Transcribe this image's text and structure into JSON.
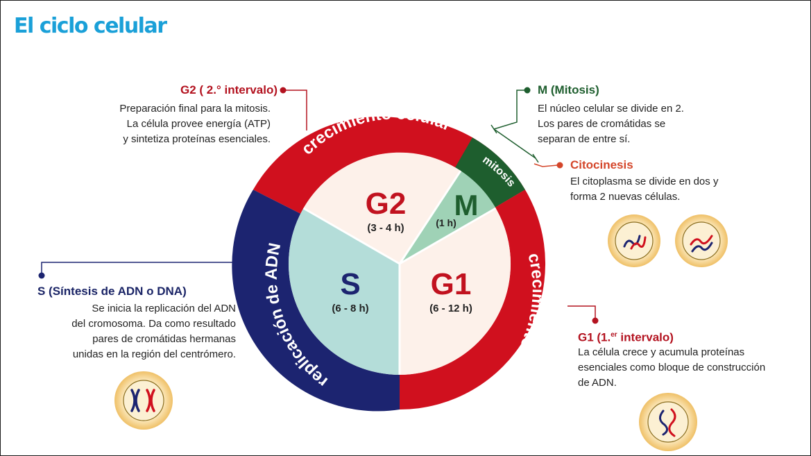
{
  "title": "El ciclo celular",
  "ring": {
    "top": "crecimiento celular",
    "right": "crecimiento celular",
    "left": "replicación de ADN",
    "mitosis": "mitosis"
  },
  "phases": {
    "g2": {
      "label": "G2",
      "duration": "(3 - 4 h)"
    },
    "m": {
      "label": "M",
      "duration": "(1 h)"
    },
    "s": {
      "label": "S",
      "duration": "(6 - 8 h)"
    },
    "g1": {
      "label": "G1",
      "duration": "(6 - 12 h)"
    }
  },
  "annotations": {
    "g2": {
      "title": "G2 ( 2.° intervalo)",
      "lines": [
        "Preparación final para la mitosis.",
        "La célula provee energía (ATP)",
        "y sintetiza proteínas esenciales."
      ]
    },
    "m": {
      "title": "M (Mitosis)",
      "lines": [
        "El núcleo celular se divide en 2.",
        "Los pares de cromátidas se",
        "separan de entre sí."
      ]
    },
    "citocinesis": {
      "title": "Citocinesis",
      "lines": [
        "El citoplasma se divide en dos y",
        "forma 2 nuevas células."
      ]
    },
    "s": {
      "title": "S (Síntesis de ADN o DNA)",
      "lines": [
        "Se inicia la replicación del ADN",
        "del cromosoma. Da como resultado",
        "pares de cromátidas hermanas",
        "unidas en la región del centrómero."
      ]
    },
    "g1": {
      "title_main": "G1 (1.",
      "title_sup": "er",
      "title_end": " intervalo)",
      "lines": [
        "La célula crece y acumula proteínas",
        "esenciales como bloque de construcción",
        "de ADN."
      ]
    }
  },
  "colors": {
    "red": "#d0101e",
    "navy": "#1c2470",
    "green": "#1e5e2e",
    "cream": "#fdf1ea",
    "teal": "#b4ddd9",
    "mint": "#9fd2b6",
    "title": "#1aa0d8",
    "cell": "#f3cf78"
  }
}
